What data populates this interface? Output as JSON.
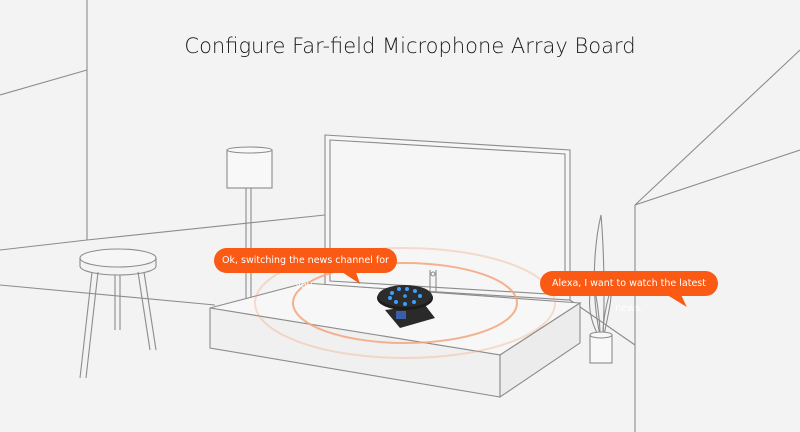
{
  "title": "Configure Far-field Microphone Array Board",
  "bubbles": {
    "device_reply": "Ok, switching the news channel for you.",
    "user_request": "Alexa, I want to watch the latest news."
  },
  "colors": {
    "accent": "#fa5a14",
    "background": "#f3f3f3",
    "line": "#8a8a8a"
  }
}
